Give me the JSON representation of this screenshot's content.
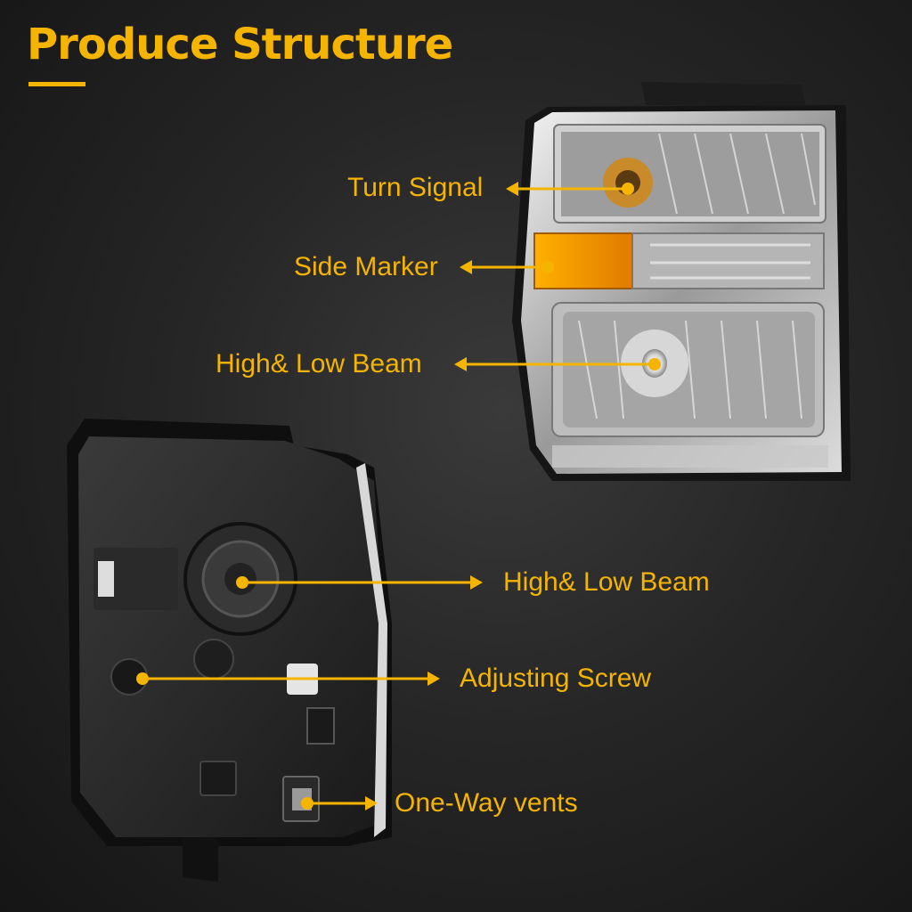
{
  "header": {
    "title": "Produce Structure"
  },
  "colors": {
    "accent": "#f5b400",
    "background": "#262626",
    "amber_lens": "#ff9a00"
  },
  "front_view": {
    "labels": [
      {
        "text": "Turn Signal"
      },
      {
        "text": "Side Marker"
      },
      {
        "text": "High& Low Beam"
      }
    ]
  },
  "rear_view": {
    "labels": [
      {
        "text": "High& Low Beam"
      },
      {
        "text": "Adjusting Screw"
      },
      {
        "text": "One-Way vents"
      }
    ]
  }
}
